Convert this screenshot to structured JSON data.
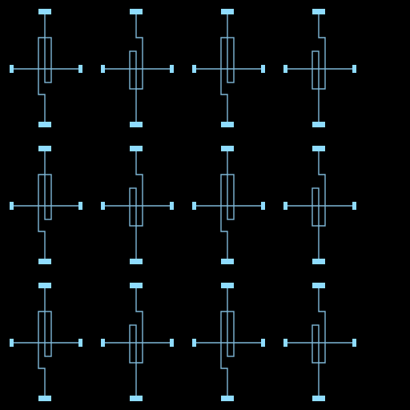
{
  "diagram": {
    "background_color": "#000000",
    "wire_color": "#7fb8d8",
    "pad_color": "#8fdcff",
    "rows": 3,
    "cols": 4,
    "cells": [
      {
        "row": 0,
        "col": 0,
        "variant": "A"
      },
      {
        "row": 0,
        "col": 1,
        "variant": "B"
      },
      {
        "row": 0,
        "col": 2,
        "variant": "A"
      },
      {
        "row": 0,
        "col": 3,
        "variant": "B"
      },
      {
        "row": 1,
        "col": 0,
        "variant": "A"
      },
      {
        "row": 1,
        "col": 1,
        "variant": "B"
      },
      {
        "row": 1,
        "col": 2,
        "variant": "A"
      },
      {
        "row": 1,
        "col": 3,
        "variant": "B"
      },
      {
        "row": 2,
        "col": 0,
        "variant": "A"
      },
      {
        "row": 2,
        "col": 1,
        "variant": "B"
      },
      {
        "row": 2,
        "col": 2,
        "variant": "A"
      },
      {
        "row": 2,
        "col": 3,
        "variant": "B"
      }
    ]
  }
}
